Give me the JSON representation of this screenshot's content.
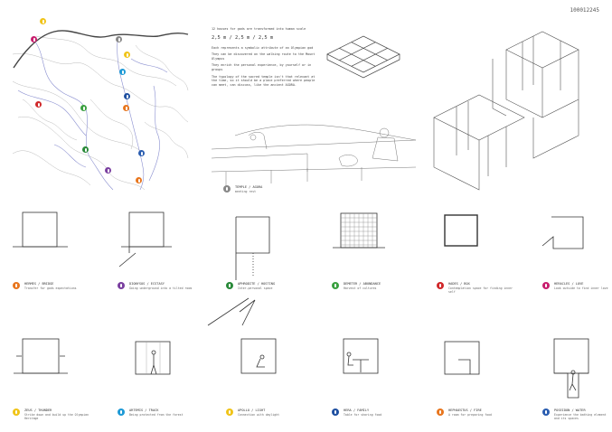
{
  "sheet_code": "100012245",
  "intro": {
    "p1": "12 houses for gods are transformed into human scale",
    "dimensions": "2,5 m / 2,5 m / 2,5 m",
    "p2": "Each represents a symbolic attribute of an Olympian god",
    "p3": "They can be discovered on the walking route to the Mount Olympus",
    "p4": "They enrich the personal experience, by yourself or in groups",
    "p5": "The typology of the sacred temple isn't that relevant at the time, so it should be a place preferred where people can meet, can discuss, like the ancient AGORA."
  },
  "perspective_caption": {
    "title": "TEMPLE / AGORA",
    "sub": "meeting   rest"
  },
  "row1": [
    {
      "title": "HERMES / BRIDGE",
      "desc": "Transfer for gods expectations",
      "color": "#e8761e"
    },
    {
      "title": "DIONYSOS / ECSTASY",
      "desc": "Going underground into a tilted room",
      "color": "#7a3fa0"
    },
    {
      "title": "APHRODITE / HOSTING",
      "desc": "Inter-personal space",
      "color": "#2a8a3a"
    },
    {
      "title": "DEMETER / ABUNDANCE",
      "desc": "Harvest of cultures",
      "color": "#3aa040"
    },
    {
      "title": "HADES / BOX",
      "desc": "Contemplation space for finding inner self",
      "color": "#d0282a"
    },
    {
      "title": "HERACLES / LOVE",
      "desc": "Look outside to find inner love",
      "color": "#c81e6e"
    }
  ],
  "row2": [
    {
      "title": "ZEUS / THUNDER",
      "desc": "Strike down and build up the Olympian Heritage",
      "color": "#f0c419"
    },
    {
      "title": "ARTEMIS / TRACK",
      "desc": "Being protected from the forest",
      "color": "#1e9ad6"
    },
    {
      "title": "APOLLO / LIGHT",
      "desc": "Connection with daylight",
      "color": "#f0c419"
    },
    {
      "title": "HERA / FAMILY",
      "desc": "Table for sharing food",
      "color": "#1e4fa0"
    },
    {
      "title": "HEPHAESTUS / FIRE",
      "desc": "A room for preparing food",
      "color": "#e8761e"
    },
    {
      "title": "POSEIDON / WATER",
      "desc": "Experience the bathing element and its spaces",
      "color": "#2a5db0"
    }
  ],
  "map_markers": [
    {
      "name": "zeus",
      "color": "#f0c419"
    },
    {
      "name": "heracles",
      "color": "#c81e6e"
    },
    {
      "name": "hestia",
      "color": "#888888"
    },
    {
      "name": "apollo",
      "color": "#f0c419"
    },
    {
      "name": "artemis",
      "color": "#1e9ad6"
    },
    {
      "name": "hera",
      "color": "#1e4fa0"
    },
    {
      "name": "hades",
      "color": "#d0282a"
    },
    {
      "name": "demeter",
      "color": "#3aa040"
    },
    {
      "name": "ares",
      "color": "#e8761e"
    },
    {
      "name": "aphrodite",
      "color": "#2a8a3a"
    },
    {
      "name": "poseidon",
      "color": "#2a5db0"
    },
    {
      "name": "dionysos",
      "color": "#7a3fa0"
    },
    {
      "name": "hermes",
      "color": "#e8761e"
    }
  ]
}
